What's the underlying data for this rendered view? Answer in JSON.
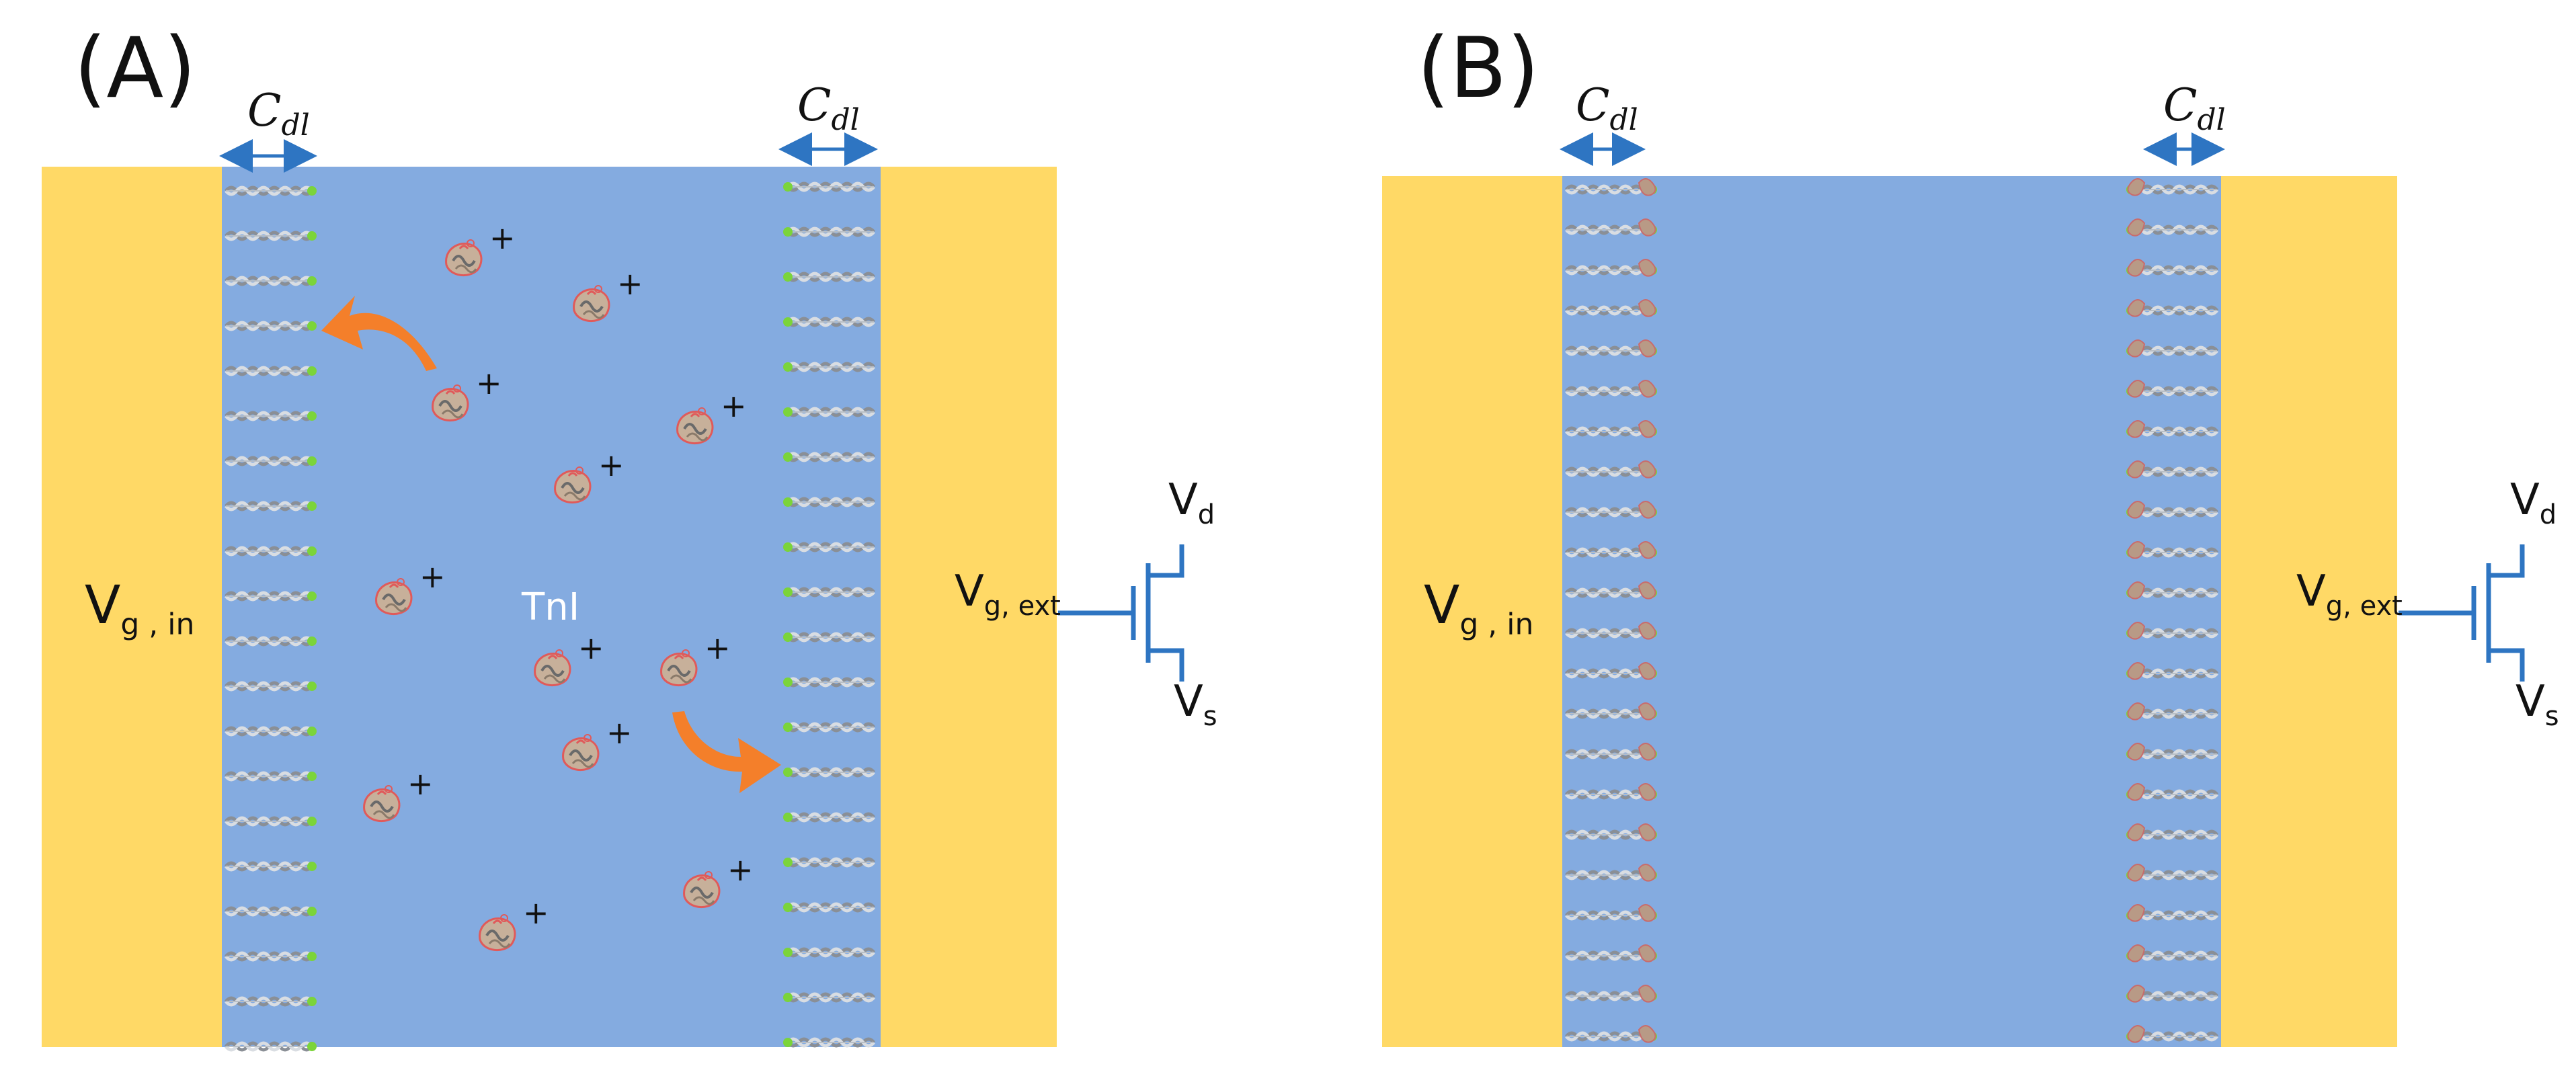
{
  "colors": {
    "electrode": "#ffd966",
    "electrolyte": "#84abe0",
    "arrow_blue": "#2e75c2",
    "reaction_arrow": "#f47f2a",
    "transistor": "#2e75c2",
    "probe_green": "#7bd43a"
  },
  "panel_a": {
    "label": "(A)",
    "cdl_left": "C",
    "cdl_left_sub": "dl",
    "cdl_right": "C",
    "cdl_right_sub": "dl",
    "gate_in_main": "V",
    "gate_in_sub": "g , in",
    "gate_ext_main": "V",
    "gate_ext_sub": "g, ext",
    "drain_main": "V",
    "drain_sub": "d",
    "source_main": "V",
    "source_sub": "s",
    "analyte_label": "TnI",
    "charge_sign": "+",
    "icons": [
      "protein-molecule-icon",
      "aptamer-probe-icon",
      "orange-arrow-icon",
      "transistor-symbol-icon"
    ]
  },
  "panel_b": {
    "label": "(B)",
    "cdl_left": "C",
    "cdl_left_sub": "dl",
    "cdl_right": "C",
    "cdl_right_sub": "dl",
    "gate_in_main": "V",
    "gate_in_sub": "g , in",
    "gate_ext_main": "V",
    "gate_ext_sub": "g, ext",
    "drain_main": "V",
    "drain_sub": "d",
    "source_main": "V",
    "source_sub": "s",
    "icons": [
      "bound-probe-icon",
      "transistor-symbol-icon"
    ]
  }
}
